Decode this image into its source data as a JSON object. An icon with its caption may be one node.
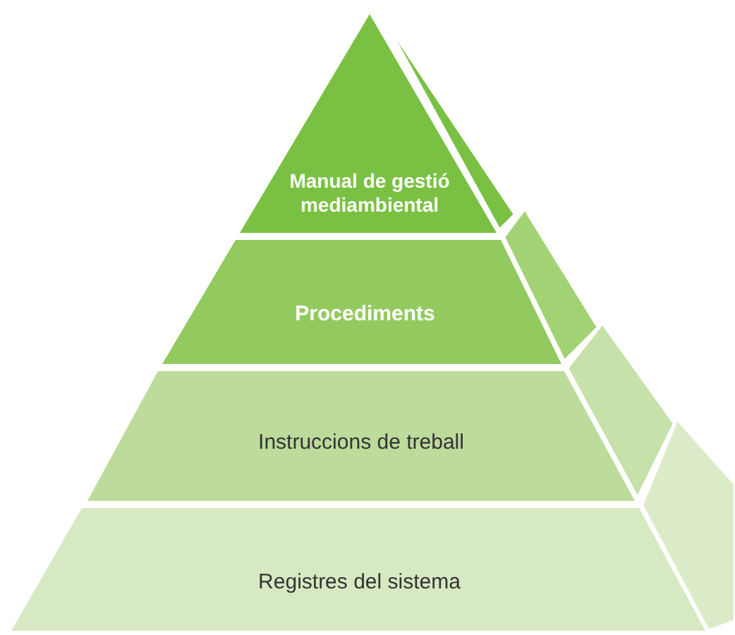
{
  "diagram": {
    "nodes": [
      {
        "text": [
          "Manual de gestió mediambiental"
        ]
      },
      {
        "text": [
          "Procediments"
        ]
      },
      {
        "text": [
          "Instruccions de treball"
        ]
      },
      {
        "text": [
          "Registres del sistema"
        ]
      }
    ]
  }
}
